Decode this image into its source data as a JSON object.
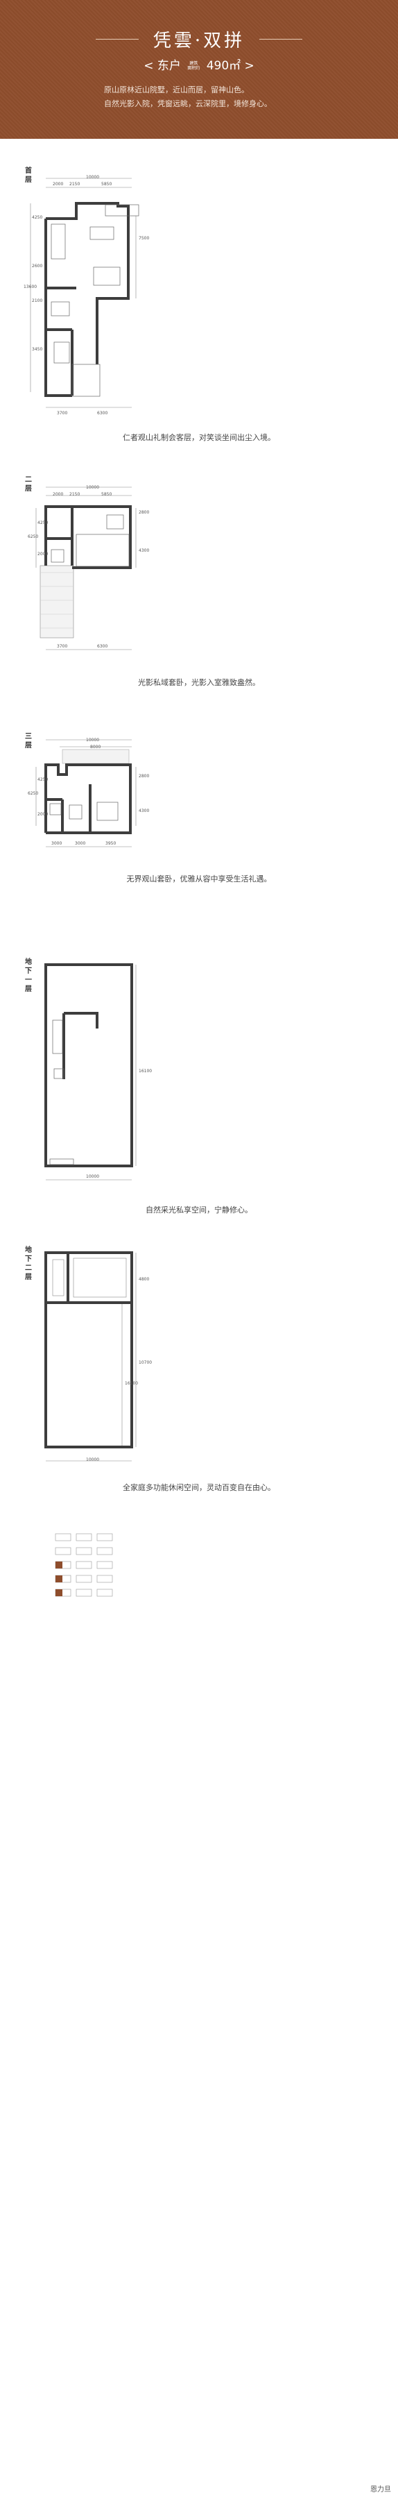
{
  "header": {
    "title": "凭雲·双拼",
    "subtitle_left": "< 东户",
    "subtitle_small_1": "建筑",
    "subtitle_small_2": "面积约",
    "subtitle_area": "490㎡ >",
    "desc_lines": [
      "原山原林近山院墅，近山而居，留神山色。",
      "自然光影入院，凭窗远眺，云深院里，境修身心。"
    ]
  },
  "floors": [
    {
      "label": "首层",
      "dims_top": [
        "10000",
        "2000",
        "2150",
        "5850"
      ],
      "dims_left": [
        "4250",
        "2600",
        "2100",
        "3450"
      ],
      "dims_left_total": "13600",
      "dims_right": "7500",
      "dims_bottom": [
        "3700",
        "6300"
      ],
      "caption": "仁者观山礼制会客层，对笑谈坐间出尘入境。"
    },
    {
      "label": "二层",
      "dims_top": [
        "10000",
        "2000",
        "2150",
        "5850"
      ],
      "dims_left": [
        "4250",
        "2000"
      ],
      "dims_left_total": "6250",
      "dims_right": [
        "2800",
        "4300"
      ],
      "dims_bottom": [
        "3700",
        "6300"
      ],
      "caption": "光影私域套卧，光影入室雅致盎然。"
    },
    {
      "label": "三层",
      "dims_top": [
        "10000",
        "8000"
      ],
      "dims_left": [
        "4250",
        "2000"
      ],
      "dims_left_total": "6250",
      "dims_right": [
        "2800",
        "4300"
      ],
      "dims_bottom": [
        "3000",
        "3000",
        "3950"
      ],
      "caption": "无界观山套卧，优雅从容中享受生活礼遇。"
    },
    {
      "label": "地下一层",
      "dims_right": "16100",
      "dims_bottom": [
        "10000"
      ],
      "caption": "自然采光私享空间，宁静修心。"
    },
    {
      "label": "地下二层",
      "dims_right": [
        "4800",
        "10700",
        "16100"
      ],
      "dims_bottom": [
        "10000"
      ],
      "caption": "全家庭多功能休闲空间，灵动百变自在由心。"
    }
  ],
  "footer": {
    "logo_text": "恩力旦"
  },
  "colors": {
    "brand": "#8e4d2c",
    "wall": "#3d3d3d",
    "dim": "#666666"
  }
}
